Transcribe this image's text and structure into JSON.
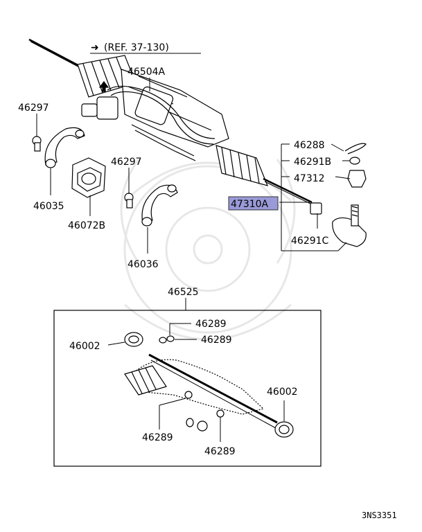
{
  "reference": {
    "arrow": "➜",
    "text": "(REF. 37-130)"
  },
  "parts": {
    "p46504A": "46504A",
    "p46297_left": "46297",
    "p46035": "46035",
    "p46072B": "46072B",
    "p46297_mid": "46297",
    "p46036": "46036",
    "p46288": "46288",
    "p46291B": "46291B",
    "p47312": "47312",
    "p47310A": "47310A",
    "p46291C": "46291C",
    "p46525": "46525",
    "p46289_a": "46289",
    "p46289_b": "46289",
    "p46002_left": "46002",
    "p46002_right": "46002",
    "p46289_c": "46289",
    "p46289_d": "46289"
  },
  "highlight": {
    "color": "#9a9ad8"
  },
  "footer": {
    "code": "3NS3351"
  }
}
